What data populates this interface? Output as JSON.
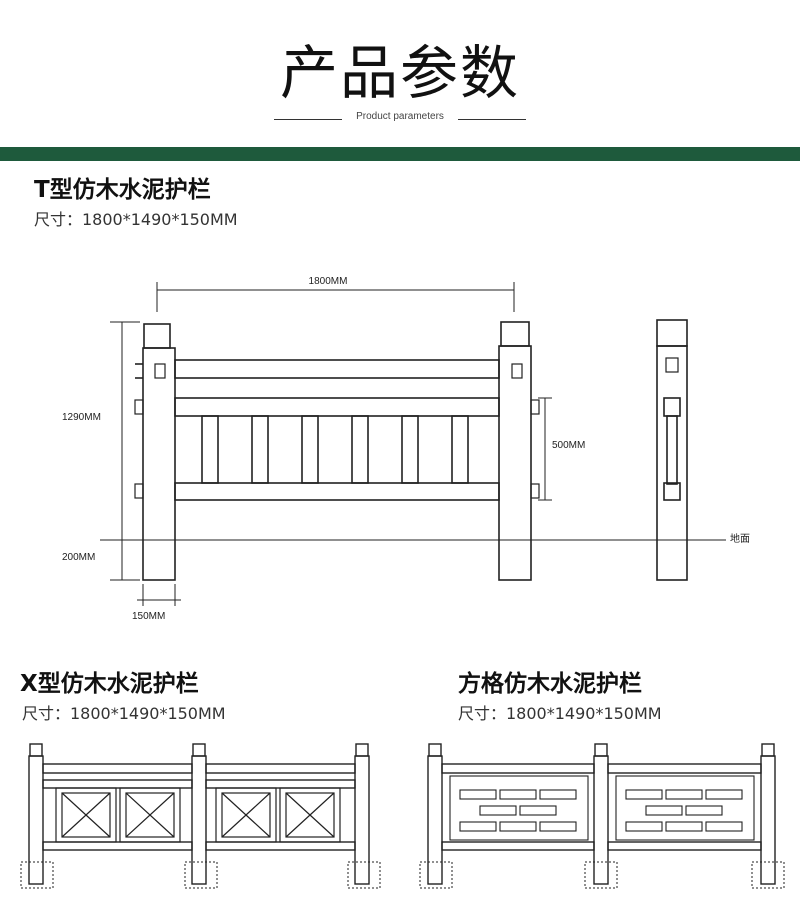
{
  "header": {
    "title": "产品参数",
    "subtitle": "Product parameters"
  },
  "colors": {
    "accent_bar": "#1e5a3c",
    "line": "#222222"
  },
  "section_t": {
    "name": "T型仿木水泥护栏",
    "size": "尺寸：1800*1490*150MM",
    "dimensions": {
      "width": "1800MM",
      "height_above": "1290MM",
      "rail_gap": "500MM",
      "below_ground": "200MM",
      "post_width": "150MM",
      "ground": "地面"
    }
  },
  "section_x": {
    "name": "X型仿木水泥护栏",
    "size": "尺寸：1800*1490*150MM"
  },
  "section_grid": {
    "name": "方格仿木水泥护栏",
    "size": "尺寸：1800*1490*150MM"
  }
}
